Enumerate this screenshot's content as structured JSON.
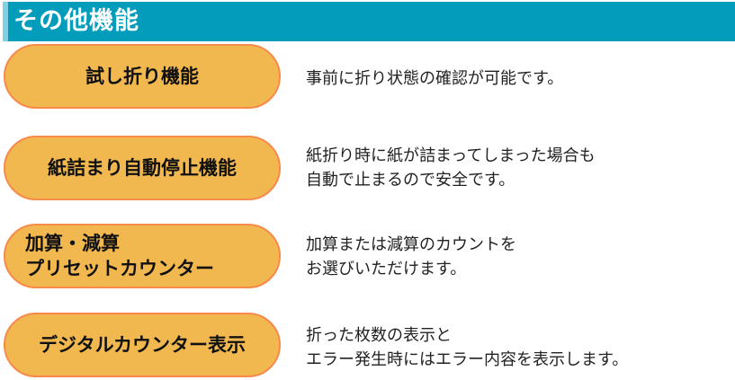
{
  "header": {
    "title": "その他機能"
  },
  "features": [
    {
      "label": "試し折り機能",
      "description": "事前に折り状態の確認が可能です。"
    },
    {
      "label": "紙詰まり自動停止機能",
      "description": "紙折り時に紙が詰まってしまった場合も\n自動で止まるので安全です。"
    },
    {
      "label": "加算・減算\nプリセットカウンター",
      "description": "加算または減算のカウントを\nお選びいただけます。"
    },
    {
      "label": "デジタルカウンター表示",
      "description": "折った枚数の表示と\nエラー発生時にはエラー内容を表示します。"
    }
  ]
}
